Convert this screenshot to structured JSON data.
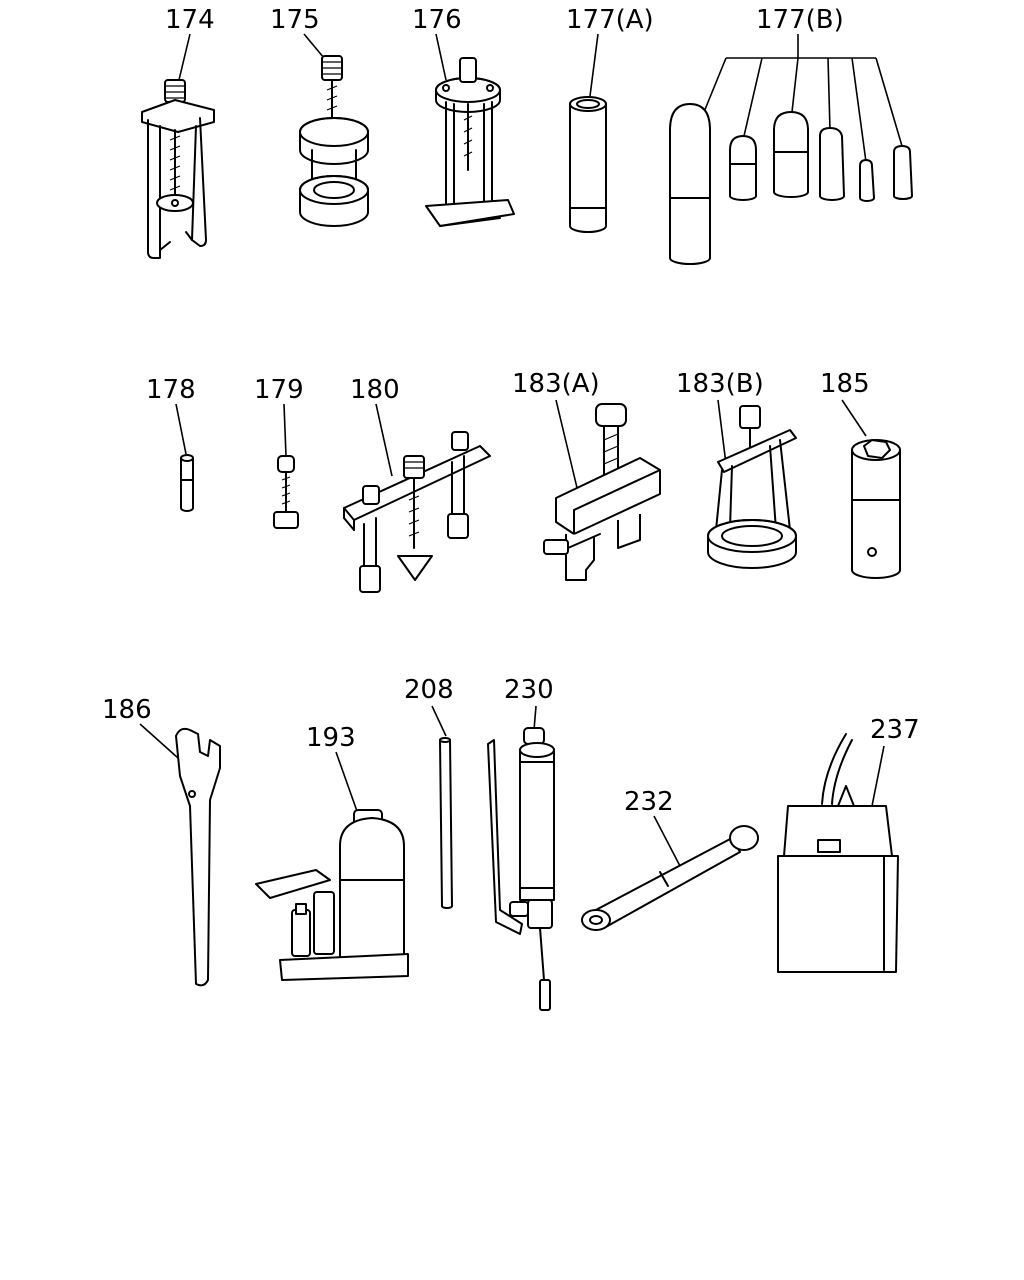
{
  "colors": {
    "ink": "#000000",
    "background": "#ffffff"
  },
  "parts": [
    {
      "id": "p174",
      "ref": "174"
    },
    {
      "id": "p175",
      "ref": "175"
    },
    {
      "id": "p176",
      "ref": "176"
    },
    {
      "id": "p177a",
      "ref": "177(A)"
    },
    {
      "id": "p177b",
      "ref": "177(B)"
    },
    {
      "id": "p178",
      "ref": "178"
    },
    {
      "id": "p179",
      "ref": "179"
    },
    {
      "id": "p180",
      "ref": "180"
    },
    {
      "id": "p183a",
      "ref": "183(A)"
    },
    {
      "id": "p183b",
      "ref": "183(B)"
    },
    {
      "id": "p185",
      "ref": "185"
    },
    {
      "id": "p186",
      "ref": "186"
    },
    {
      "id": "p193",
      "ref": "193"
    },
    {
      "id": "p208",
      "ref": "208"
    },
    {
      "id": "p230",
      "ref": "230"
    },
    {
      "id": "p232",
      "ref": "232"
    },
    {
      "id": "p237",
      "ref": "237"
    }
  ]
}
